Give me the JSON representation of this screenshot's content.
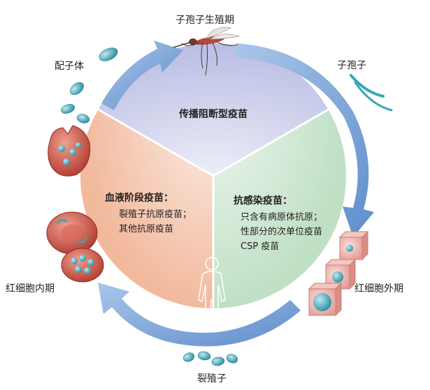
{
  "stage_labels": {
    "mosquito_stage": "子孢子生殖期",
    "sporozoite": "子孢子",
    "gametocyte": "配子体",
    "exoerythrocytic": "红细胞外期",
    "erythrocytic": "红细胞内期",
    "merozoite": "裂殖子"
  },
  "sectors": {
    "transmission": {
      "title": "传播阻断型疫苗"
    },
    "blood_stage": {
      "title": "血液阶段疫苗：",
      "lines": [
        "裂殖子抗原疫苗；",
        "其他抗原疫苗"
      ]
    },
    "anti_infection": {
      "title": "抗感染疫苗：",
      "lines": [
        "只含有病原体抗原；",
        "性部分的次单位疫苗",
        "CSP 疫苗"
      ]
    }
  },
  "colors": {
    "sector_top": "#c9cbe8",
    "sector_left": "#f6cbb4",
    "sector_right": "#cfe7d2",
    "arrow": "#7fa8d8",
    "cell_red": "#c94a3e",
    "parasite_teal": "#3aa5b8"
  },
  "icons": [
    "mosquito-icon",
    "human-silhouette-icon"
  ]
}
